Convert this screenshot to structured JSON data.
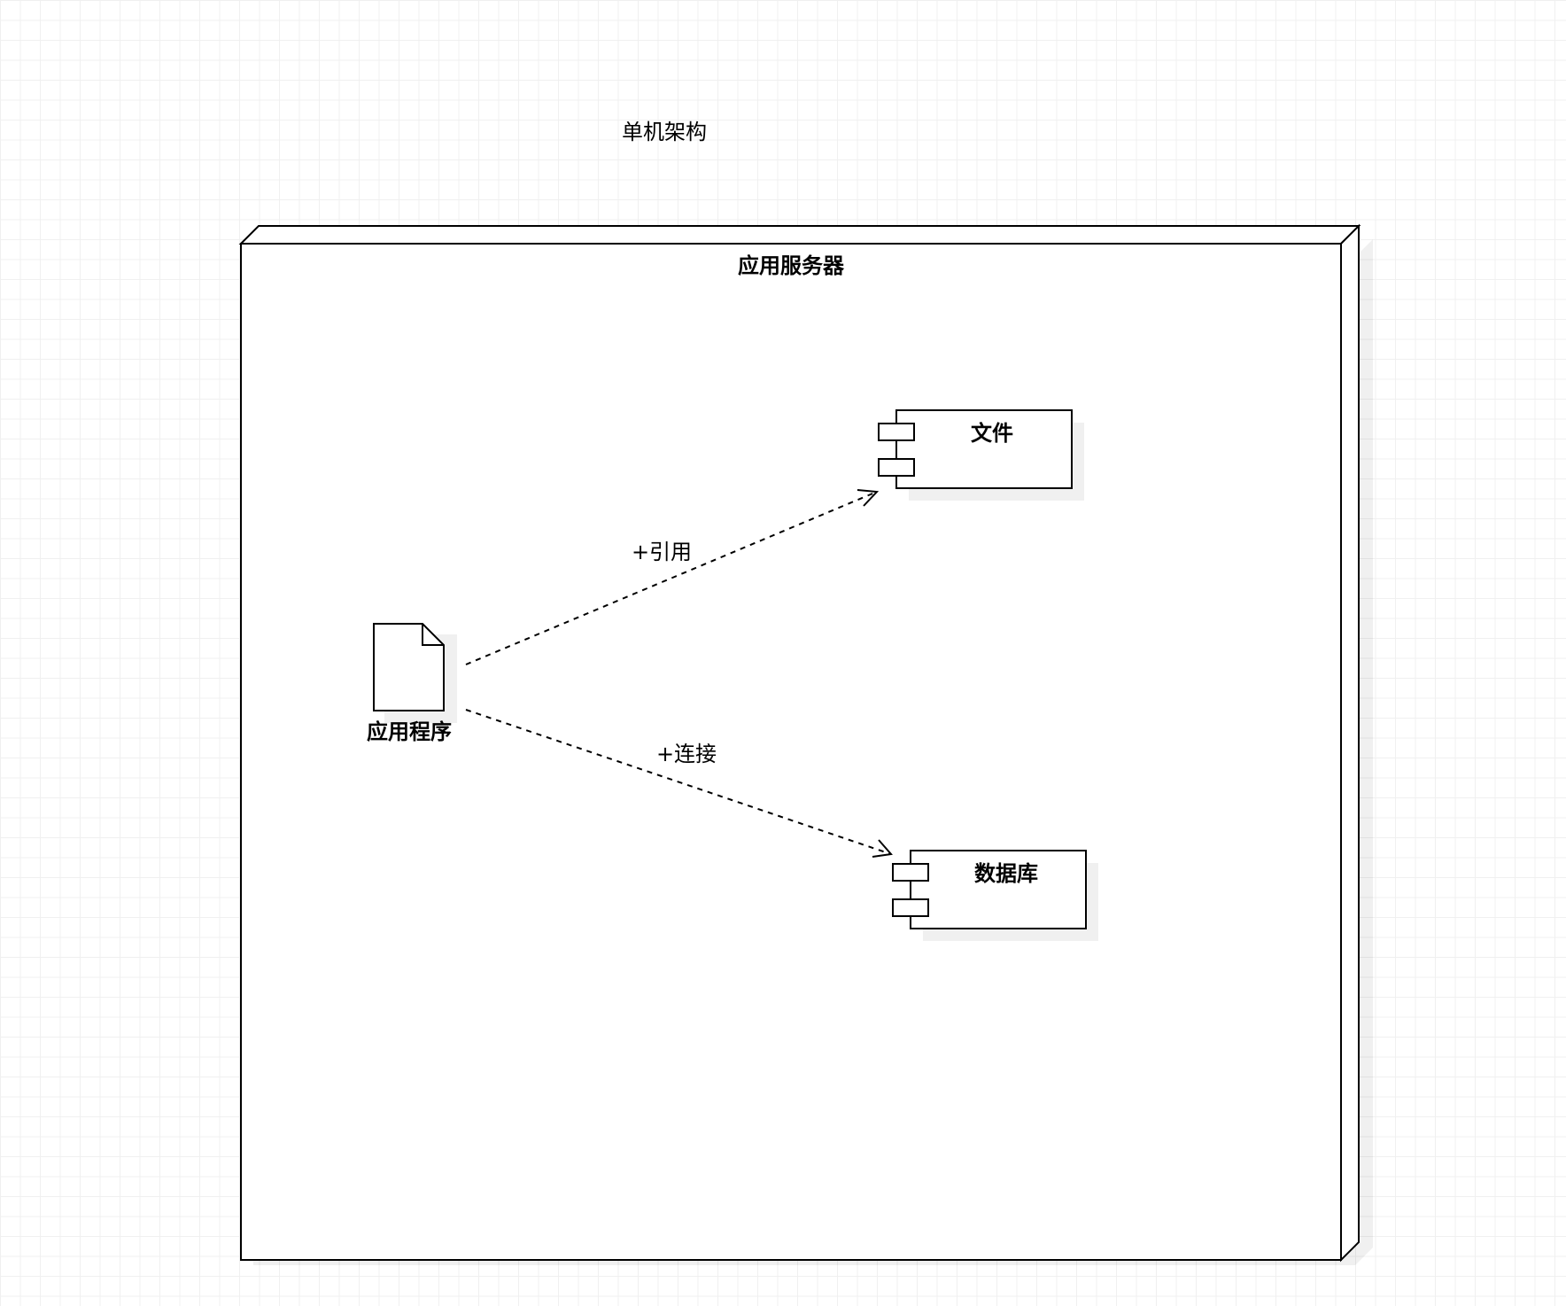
{
  "diagram": {
    "title": "单机架构",
    "node": {
      "label": "应用服务器"
    },
    "artifact": {
      "label": "应用程序"
    },
    "components": [
      {
        "label": "文件"
      },
      {
        "label": "数据库"
      }
    ],
    "edges": [
      {
        "label": "+引用",
        "from": "应用程序",
        "to": "文件"
      },
      {
        "label": "+连接",
        "from": "应用程序",
        "to": "数据库"
      }
    ]
  }
}
